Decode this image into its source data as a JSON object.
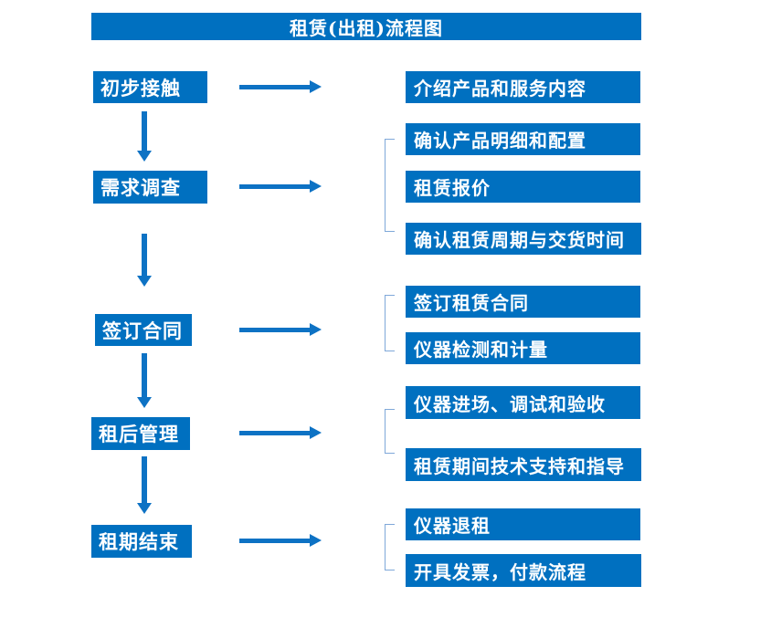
{
  "title": "租赁(出租)流程图",
  "flow": {
    "steps": [
      "初步接触",
      "需求调查",
      "签订合同",
      "租后管理",
      "租期结束"
    ],
    "details": [
      [
        "介绍产品和服务内容"
      ],
      [
        "确认产品明细和配置",
        "租赁报价",
        "确认租赁周期与交货时间"
      ],
      [
        "签订租赁合同",
        "仪器检测和计量"
      ],
      [
        "仪器进场、调试和验收",
        "租赁期间技术支持和指导"
      ],
      [
        "仪器退租",
        "开具发票，付款流程"
      ]
    ]
  },
  "colors": {
    "box_blue": "#0070C0",
    "arrow_blue": "#0D72C4",
    "bracket_blue": "#7FA8D9",
    "text": "#FFFFFF",
    "background": "#FFFFFF"
  }
}
